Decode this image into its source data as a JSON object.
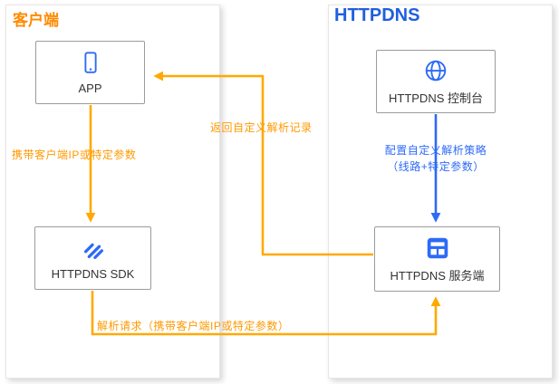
{
  "panels": {
    "client": {
      "title": "客户端",
      "nodes": {
        "app": {
          "label": "APP",
          "icon": "phone-icon"
        },
        "sdk": {
          "label": "HTTPDNS SDK",
          "icon": "sdk-icon"
        }
      }
    },
    "httpdns": {
      "title": "HTTPDNS",
      "nodes": {
        "console": {
          "label": "HTTPDNS 控制台",
          "icon": "globe-icon"
        },
        "server": {
          "label": "HTTPDNS 服务端",
          "icon": "server-icon"
        }
      }
    }
  },
  "edges": {
    "app_to_sdk": {
      "from": "app",
      "to": "sdk",
      "label": "携带客户端IP或特定参数",
      "color_key": "accent_orange"
    },
    "server_to_app": {
      "from": "server",
      "to": "app",
      "label": "返回自定义解析记录",
      "color_key": "accent_orange"
    },
    "console_to_server": {
      "from": "console",
      "to": "server",
      "label1": "配置自定义解析策略",
      "label2": "（线路+特定参数）",
      "color_key": "accent_blue"
    },
    "sdk_to_server": {
      "from": "sdk",
      "to": "server",
      "label": "解析请求（携带客户端IP或特定参数）",
      "color_key": "accent_orange"
    }
  },
  "colors": {
    "accent_orange": "#FFA900",
    "label_orange": "#FF9900",
    "title_orange": "#FF8A00",
    "accent_blue": "#2D6AF7",
    "title_blue": "#1F5FE0",
    "box_border": "#9B9B9B",
    "panel_border": "#E6E6E6",
    "text_dark": "#333333"
  }
}
